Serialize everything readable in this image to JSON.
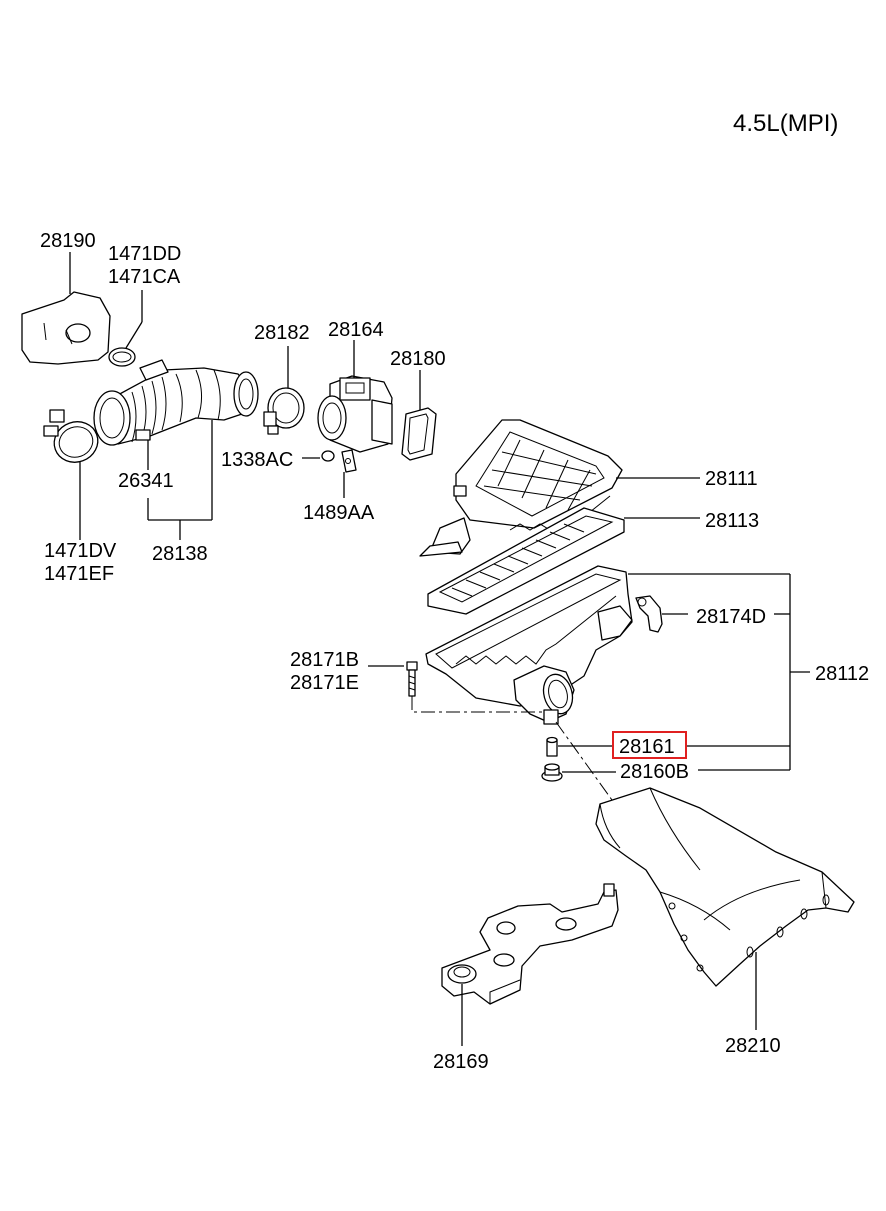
{
  "engine_label": "4.5L(MPI)",
  "highlight_color": "#e02020",
  "parts": {
    "p28190": "28190",
    "p1471DD": "1471DD",
    "p1471CA": "1471CA",
    "p1471DV": "1471DV",
    "p1471EF": "1471EF",
    "p26341": "26341",
    "p28138": "28138",
    "p28182": "28182",
    "p28164": "28164",
    "p28180": "28180",
    "p1338AC": "1338AC",
    "p1489AA": "1489AA",
    "p28111": "28111",
    "p28113": "28113",
    "p28174D": "28174D",
    "p28112": "28112",
    "p28171B": "28171B",
    "p28171E": "28171E",
    "p28161": "28161",
    "p28160B": "28160B",
    "p28169": "28169",
    "p28210": "28210"
  }
}
